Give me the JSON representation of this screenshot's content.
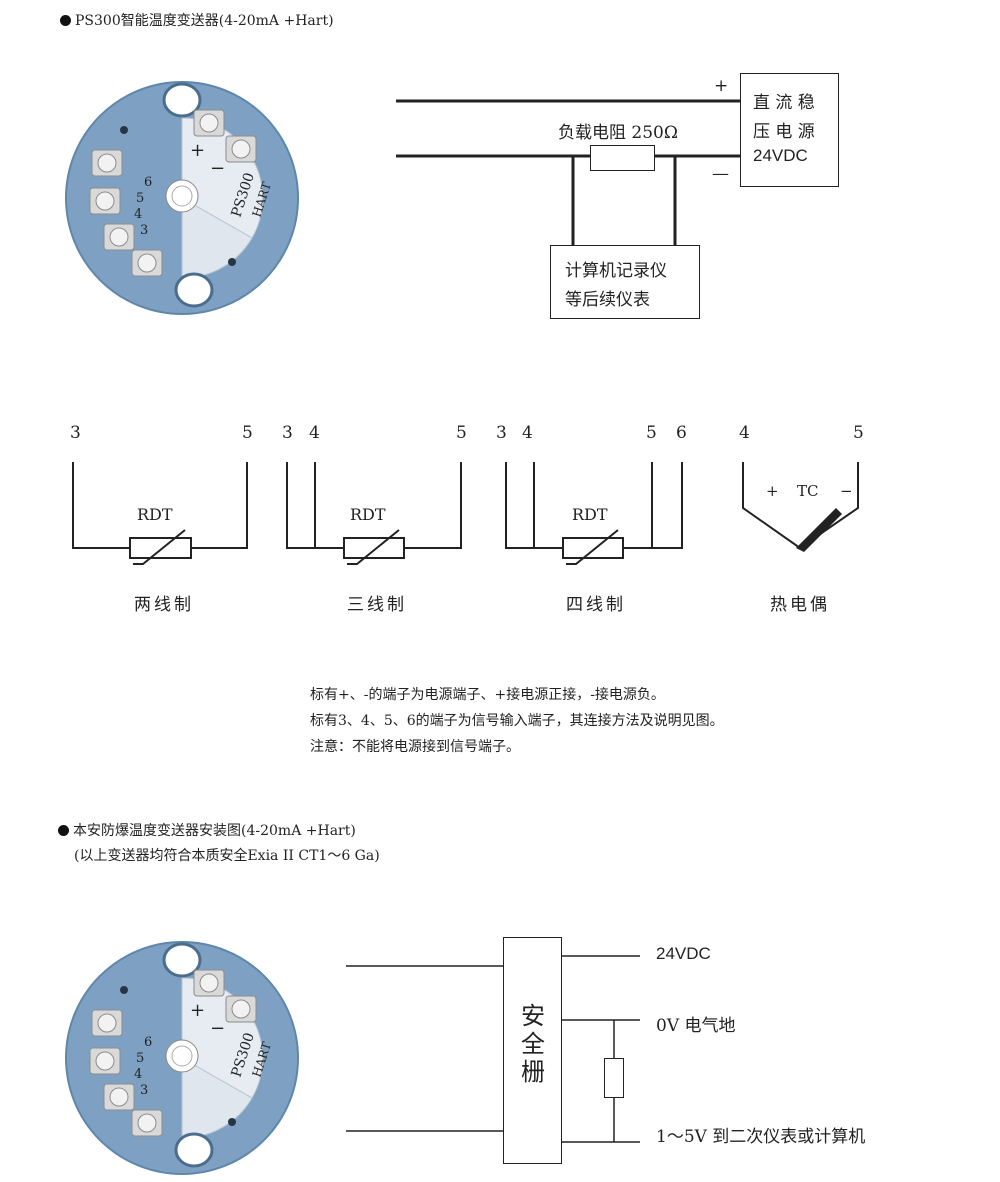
{
  "section1": {
    "title": "PS300智能温度变送器(4-20mA +Hart)",
    "device": {
      "model": "PS300",
      "protocol": "HART",
      "terminals": [
        "+",
        "-",
        "6",
        "5",
        "4",
        "3"
      ]
    },
    "power_box": [
      "直 流 稳",
      "压 电 源",
      "24VDC"
    ],
    "plus": "+",
    "minus": "—",
    "resistor_label": "负载电阻 250Ω",
    "recorder_box": [
      "计算机记录仪",
      "等后续仪表"
    ]
  },
  "wiring": [
    {
      "name": "两线制",
      "terminals": [
        "3",
        "5"
      ],
      "sensor": "RDT"
    },
    {
      "name": "三线制",
      "terminals": [
        "3",
        "4",
        "5"
      ],
      "sensor": "RDT"
    },
    {
      "name": "四线制",
      "terminals": [
        "3",
        "4",
        "5",
        "6"
      ],
      "sensor": "RDT"
    },
    {
      "name": "热电偶",
      "terminals": [
        "4",
        "5"
      ],
      "sensor": "TC",
      "plus": "+",
      "minus": "−"
    }
  ],
  "notes": [
    "标有+、-的端子为电源端子、+接电源正接，-接电源负。",
    "标有3、4、5、6的端子为信号输入端子，其连接方法及说明见图。",
    "注意：不能将电源接到信号端子。"
  ],
  "section2": {
    "title": "本安防爆温度变送器安装图(4-20mA +Hart)",
    "subtitle": "(以上变送器均符合本质安全Exia II CT1～6 Ga)",
    "barrier": "安全栅",
    "outputs": [
      "24VDC",
      "0V 电气地",
      "1～5V 到二次仪表或计算机"
    ]
  },
  "colors": {
    "device_blue": "#7ea1c3",
    "device_face": "#e9eef3",
    "line": "#222222"
  }
}
